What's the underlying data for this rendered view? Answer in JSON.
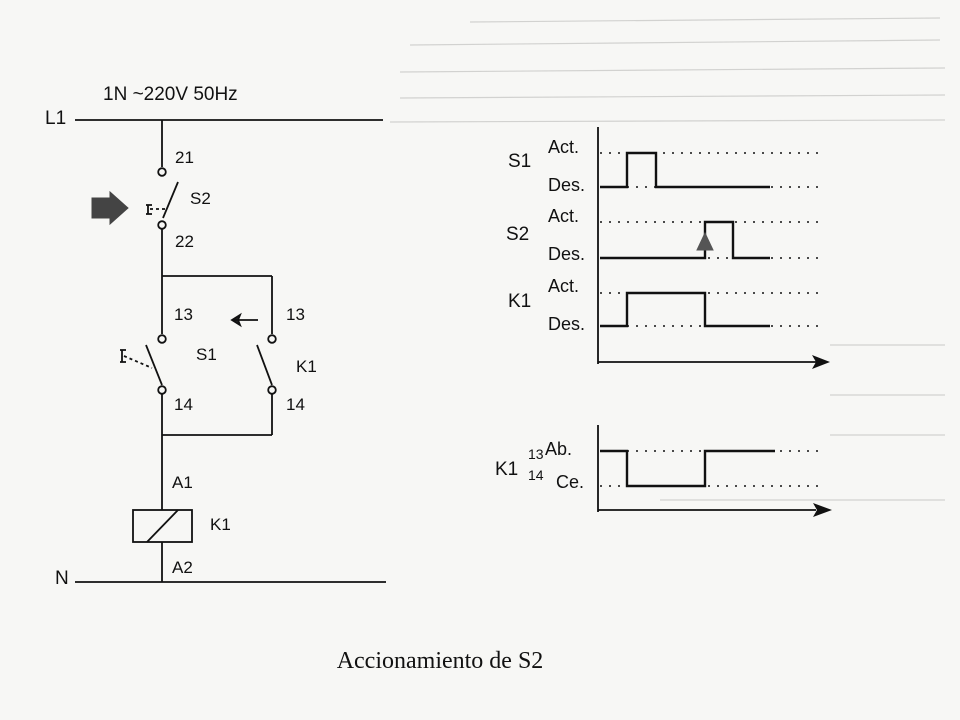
{
  "circuit": {
    "supply_label": "1N ~220V 50Hz",
    "line_label": "L1",
    "neutral_label": "N",
    "s2": {
      "name": "S2",
      "top_terminal": "21",
      "bottom_terminal": "22"
    },
    "s1": {
      "name": "S1",
      "top_terminal": "13",
      "bottom_terminal": "14"
    },
    "k1_contact": {
      "name": "K1",
      "top_terminal": "13",
      "bottom_terminal": "14"
    },
    "coil": {
      "name": "K1",
      "top_terminal": "A1",
      "bottom_terminal": "A2"
    }
  },
  "timing": {
    "rows": [
      {
        "name": "S1",
        "high_label": "Act.",
        "low_label": "Des."
      },
      {
        "name": "S2",
        "high_label": "Act.",
        "low_label": "Des."
      },
      {
        "name": "K1",
        "high_label": "Act.",
        "low_label": "Des."
      }
    ],
    "contact_row": {
      "name": "K1",
      "high_terminal": "13",
      "low_terminal": "14",
      "high_label": "Ab.",
      "low_label": "Ce."
    }
  },
  "caption": "Accionamiento de S2",
  "colors": {
    "ink": "#111111",
    "paper": "#f7f7f5"
  }
}
